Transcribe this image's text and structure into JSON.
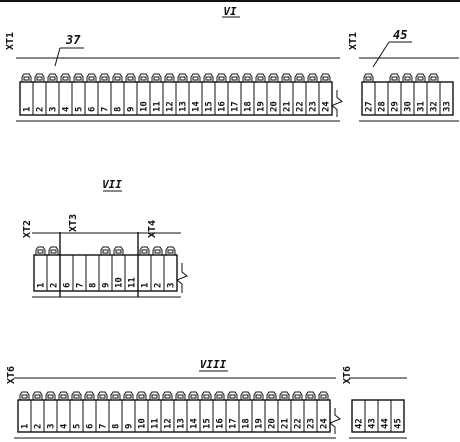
{
  "sections": [
    {
      "label": "VI",
      "groups": [
        {
          "block": "XT1",
          "numbers": [
            "1",
            "2",
            "3",
            "4",
            "5",
            "6",
            "7",
            "8",
            "9",
            "10",
            "11",
            "12",
            "13",
            "14",
            "15",
            "16",
            "17",
            "18",
            "19",
            "20",
            "21",
            "22",
            "23",
            "24"
          ]
        },
        {
          "block": "XT1",
          "numbers": [
            "27",
            "28",
            "29",
            "30",
            "31",
            "32",
            "33"
          ]
        }
      ],
      "callouts": [
        "37",
        "45"
      ]
    },
    {
      "label": "VII",
      "groups": [
        {
          "block": "XT2",
          "numbers": [
            "1",
            "2"
          ]
        },
        {
          "block": "XT3",
          "numbers": [
            "6",
            "7",
            "8",
            "9",
            "10",
            "11"
          ]
        },
        {
          "block": "XT4",
          "numbers": [
            "1",
            "2",
            "3"
          ]
        }
      ],
      "callouts": []
    },
    {
      "label": "VIII",
      "groups": [
        {
          "block": "XT6",
          "numbers": [
            "1",
            "2",
            "3",
            "4",
            "5",
            "6",
            "7",
            "8",
            "9",
            "10",
            "11",
            "12",
            "13",
            "14",
            "15",
            "16",
            "17",
            "18",
            "19",
            "20",
            "21",
            "22",
            "23",
            "24"
          ]
        },
        {
          "block": "XT6",
          "numbers": [
            "42",
            "43",
            "44",
            "45"
          ]
        }
      ],
      "callouts": []
    }
  ]
}
